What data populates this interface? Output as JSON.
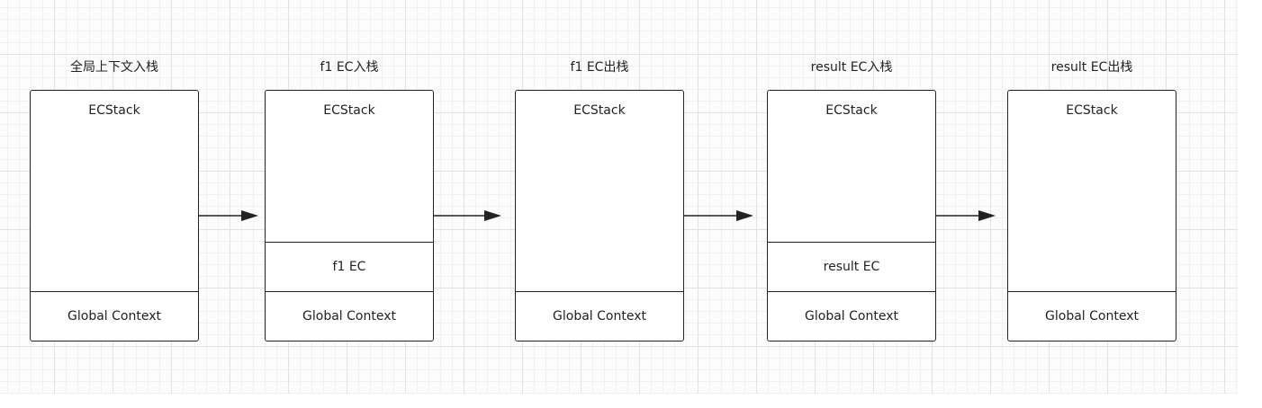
{
  "stack_label": "ECStack",
  "global_label": "Global Context",
  "stages": [
    {
      "title": "全局上下文入栈",
      "frames": []
    },
    {
      "title": "f1 EC入栈",
      "frames": [
        "f1 EC"
      ]
    },
    {
      "title": "f1 EC出栈",
      "frames": []
    },
    {
      "title": "result EC入栈",
      "frames": [
        "result EC"
      ]
    },
    {
      "title": "result EC出栈",
      "frames": []
    }
  ]
}
